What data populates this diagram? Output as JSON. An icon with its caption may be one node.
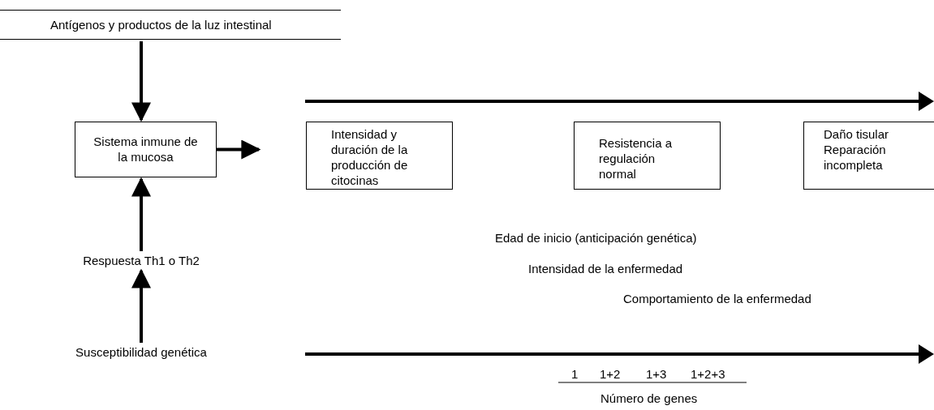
{
  "diagram": {
    "nodes": [
      {
        "text": [
          "Antígenos y productos de la luz intestinal"
        ]
      },
      {
        "text": [
          "Sistema inmune de la mucosa"
        ]
      },
      {
        "text": [
          "Respuesta Th1 o Th2"
        ]
      },
      {
        "text": [
          "Susceptibilidad genética"
        ]
      },
      {
        "text": [
          "Intensidad y duración de la producción de citocinas"
        ]
      },
      {
        "text": [
          "Resistencia a regulación normal"
        ]
      },
      {
        "text": [
          "Daño tisular Reparación incompleta"
        ]
      }
    ],
    "edges": [
      {
        "from": 0,
        "to": 1,
        "arrow": "to"
      },
      {
        "from": 2,
        "to": 1,
        "arrow": "to"
      },
      {
        "from": 3,
        "to": 2,
        "arrow": "to"
      },
      {
        "from": 1,
        "to": null,
        "arrow": "to"
      }
    ],
    "labels": [
      "Edad de inicio (anticipación genética)",
      "Intensidad de la enfermedad",
      "Comportamiento de la enfermedad",
      "1",
      "1+2",
      "1+3",
      "1+2+3",
      "Número de genes"
    ]
  }
}
